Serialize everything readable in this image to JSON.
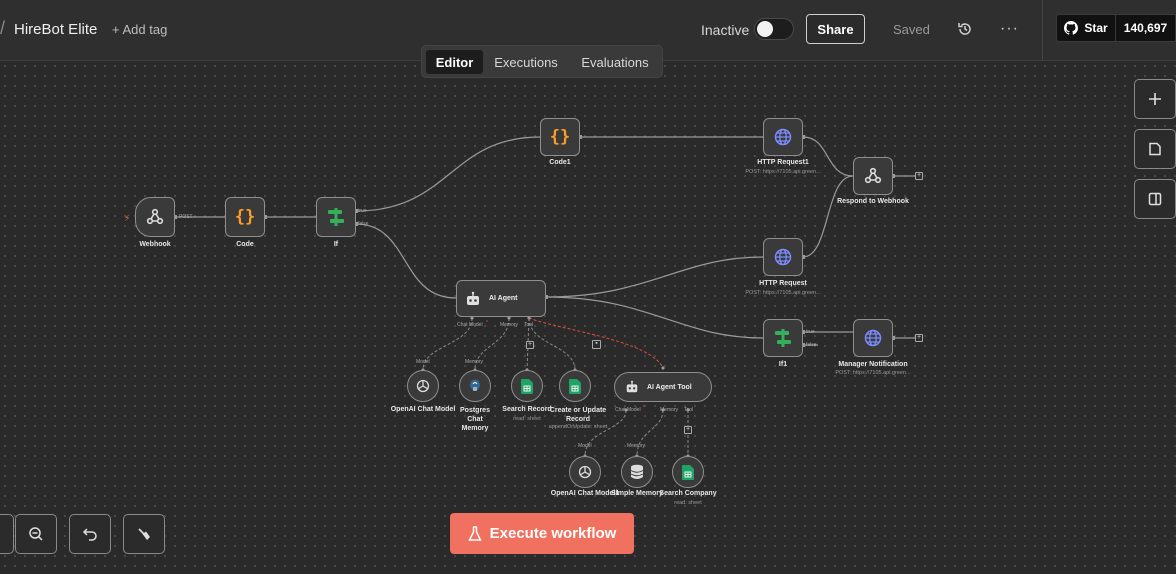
{
  "header": {
    "workflow_name": "HireBot Elite",
    "add_tag_label": "+ Add tag",
    "status_label": "Inactive",
    "share_label": "Share",
    "saved_label": "Saved",
    "more_label": "···",
    "github_star_label": "Star",
    "github_star_count": "140,697"
  },
  "tabs": [
    {
      "label": "Editor",
      "active": true
    },
    {
      "label": "Executions",
      "active": false
    },
    {
      "label": "Evaluations",
      "active": false
    }
  ],
  "nodes": {
    "webhook": {
      "label": "Webhook",
      "port_label": "POST"
    },
    "code": {
      "label": "Code"
    },
    "if": {
      "label": "If",
      "true_label": "true",
      "false_label": "false"
    },
    "code1": {
      "label": "Code1"
    },
    "http_request1": {
      "label": "HTTP Request1",
      "subtitle": "POST: https://7105.api.green..."
    },
    "respond_to_webhook": {
      "label": "Respond to Webhook"
    },
    "http_request": {
      "label": "HTTP Request",
      "subtitle": "POST: https://7105.api.green..."
    },
    "ai_agent": {
      "label": "AI Agent",
      "port_chat_model": "Chat Model",
      "port_memory": "Memory",
      "port_tool": "Tool"
    },
    "if1": {
      "label": "If1",
      "true_label": "true",
      "false_label": "false"
    },
    "manager_notification": {
      "label": "Manager Notification",
      "subtitle": "POST: https://7105.api.green..."
    },
    "openai_chat_model": {
      "label": "OpenAI Chat Model",
      "kind": "Model"
    },
    "postgres_chat_memory": {
      "label": "Postgres Chat Memory",
      "kind": "Memory"
    },
    "search_record": {
      "label": "Search Record",
      "subtitle": "read: sheet"
    },
    "create_update_record": {
      "label": "Create or Update Record",
      "subtitle": "appendOrUpdate: sheet"
    },
    "ai_agent_tool": {
      "label": "AI Agent Tool",
      "port_chat_model": "Chat Model",
      "port_memory": "Memory",
      "port_tool": "Tool"
    },
    "openai_chat_model1": {
      "label": "OpenAI Chat Model1",
      "kind": "Model"
    },
    "simple_memory": {
      "label": "Simple Memory",
      "kind": "Memory"
    },
    "search_company": {
      "label": "Search Company",
      "subtitle": "read: sheet"
    }
  },
  "execute_label": "Execute workflow",
  "colors": {
    "accent": "#f0715f",
    "code_icon": "#ff9b26",
    "if_icon": "#35b05a",
    "http_icon": "#7b8cff",
    "sheet_icon": "#21a366",
    "ai_tool_edge": "#e0503c"
  }
}
